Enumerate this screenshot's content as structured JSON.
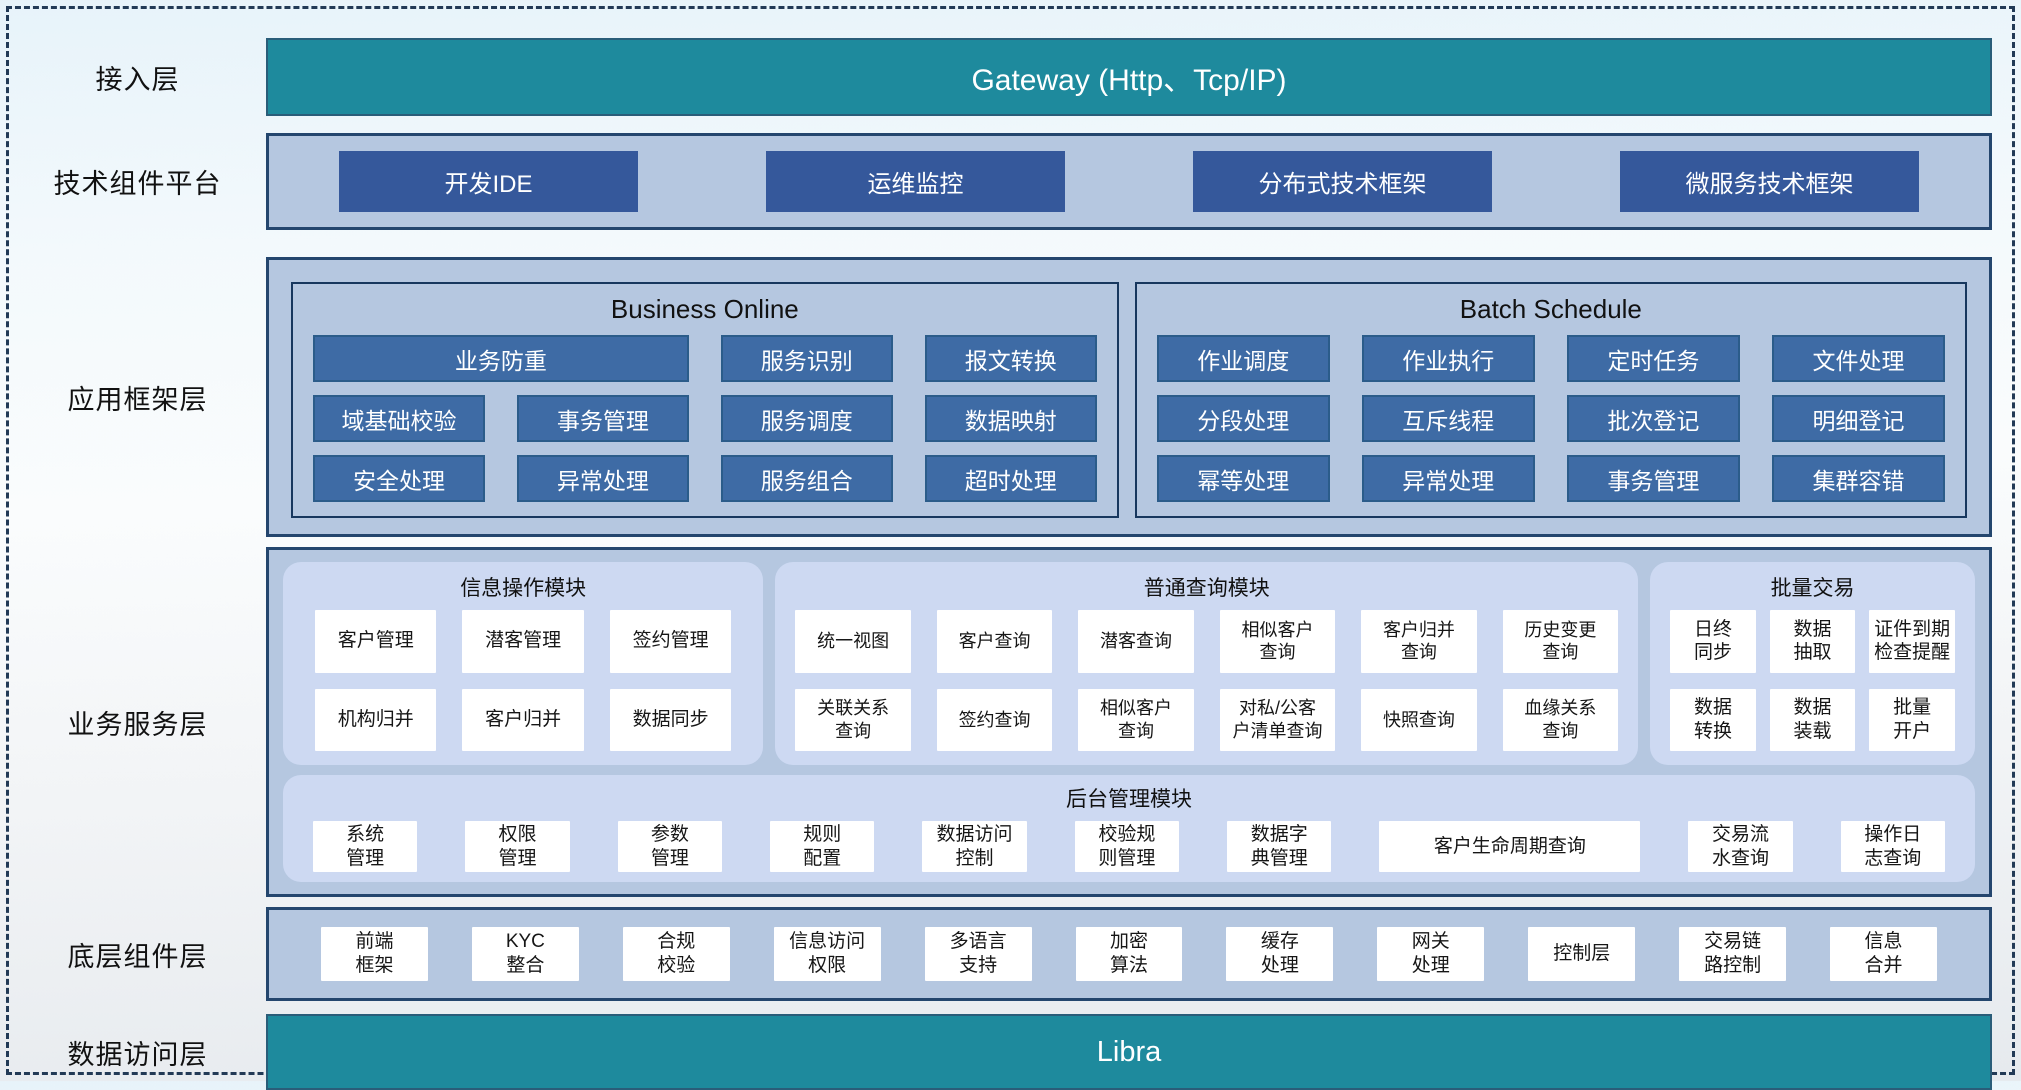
{
  "colors": {
    "teal_bar": "#1E8A9D",
    "navy_border": "#17375E",
    "container_blue": "#B5C7E0",
    "tech_button_blue": "#35589B",
    "framework_chip_blue": "#3E6BA5",
    "panel_periwinkle": "#CDD9F2",
    "card_white": "#FFFFFF",
    "dashed_frame": "#223A56"
  },
  "layers": {
    "access": {
      "label": "接入层",
      "gateway_label": "Gateway (Http、Tcp/IP)"
    },
    "tech_platform": {
      "label": "技术组件平台",
      "items": [
        "开发IDE",
        "运维监控",
        "分布式技术框架",
        "微服务技术框架"
      ]
    },
    "app_framework": {
      "label": "应用框架层",
      "business_online": {
        "title": "Business Online",
        "items": [
          "业务防重",
          "服务识别",
          "报文转换",
          "域基础校验",
          "事务管理",
          "服务调度",
          "数据映射",
          "安全处理",
          "异常处理",
          "服务组合",
          "超时处理"
        ]
      },
      "batch_schedule": {
        "title": "Batch Schedule",
        "items": [
          "作业调度",
          "作业执行",
          "定时任务",
          "文件处理",
          "分段处理",
          "互斥线程",
          "批次登记",
          "明细登记",
          "幂等处理",
          "异常处理",
          "事务管理",
          "集群容错"
        ]
      }
    },
    "business_service": {
      "label": "业务服务层",
      "info_ops": {
        "title": "信息操作模块",
        "items": [
          "客户管理",
          "潜客管理",
          "签约管理",
          "机构归并",
          "客户归并",
          "数据同步"
        ]
      },
      "query": {
        "title": "普通查询模块",
        "items": [
          "统一视图",
          "客户查询",
          "潜客查询",
          "相似客户\n查询",
          "客户归并\n查询",
          "历史变更\n查询",
          "关联关系\n查询",
          "签约查询",
          "相似客户\n查询",
          "对私/公客\n户清单查询",
          "快照查询",
          "血缘关系\n查询"
        ]
      },
      "batch_trade": {
        "title": "批量交易",
        "items": [
          "日终\n同步",
          "数据\n抽取",
          "证件到期\n检查提醒",
          "数据\n转换",
          "数据\n装载",
          "批量\n开户"
        ]
      },
      "admin": {
        "title": "后台管理模块",
        "items": [
          "系统\n管理",
          "权限\n管理",
          "参数\n管理",
          "规则\n配置",
          "数据访问\n控制",
          "校验规\n则管理",
          "数据字\n典管理",
          "客户生命周期查询",
          "交易流\n水查询",
          "操作日\n志查询"
        ]
      }
    },
    "base_components": {
      "label": "底层组件层",
      "items": [
        "前端\n框架",
        "KYC\n整合",
        "合规\n校验",
        "信息访问\n权限",
        "多语言\n支持",
        "加密\n算法",
        "缓存\n处理",
        "网关\n处理",
        "控制层",
        "交易链\n路控制",
        "信息\n合并"
      ]
    },
    "data_access": {
      "label": "数据访问层",
      "bar_label": "Libra"
    }
  }
}
